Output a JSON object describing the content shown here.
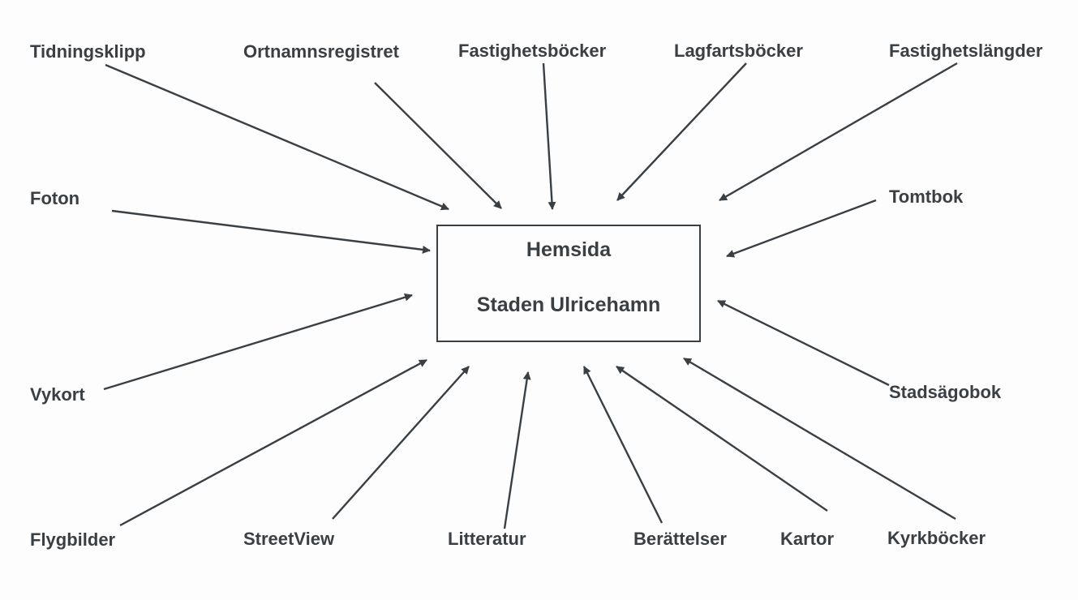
{
  "center": {
    "title": "Hemsida",
    "subtitle": "Staden Ulricehamn"
  },
  "sources": [
    {
      "id": "tidningsklipp",
      "label": "Tidningsklipp"
    },
    {
      "id": "ortnamnsregistret",
      "label": "Ortnamnsregistret"
    },
    {
      "id": "fastighetsbocker",
      "label": "Fastighetsböcker"
    },
    {
      "id": "lagfartsbocker",
      "label": "Lagfartsböcker"
    },
    {
      "id": "fastighetslangder",
      "label": "Fastighetslängder"
    },
    {
      "id": "foton",
      "label": "Foton"
    },
    {
      "id": "tomtbok",
      "label": "Tomtbok"
    },
    {
      "id": "vykort",
      "label": "Vykort"
    },
    {
      "id": "stadsagobok",
      "label": "Stadsägobok"
    },
    {
      "id": "flygbilder",
      "label": "Flygbilder"
    },
    {
      "id": "streetview",
      "label": "StreetView"
    },
    {
      "id": "litteratur",
      "label": "Litteratur"
    },
    {
      "id": "berattelser",
      "label": "Berättelser"
    },
    {
      "id": "kartor",
      "label": "Kartor"
    },
    {
      "id": "kyrkbocker",
      "label": "Kyrkböcker"
    }
  ],
  "colors": {
    "ink": "#3a3f44",
    "background": "#fdfdfd"
  }
}
